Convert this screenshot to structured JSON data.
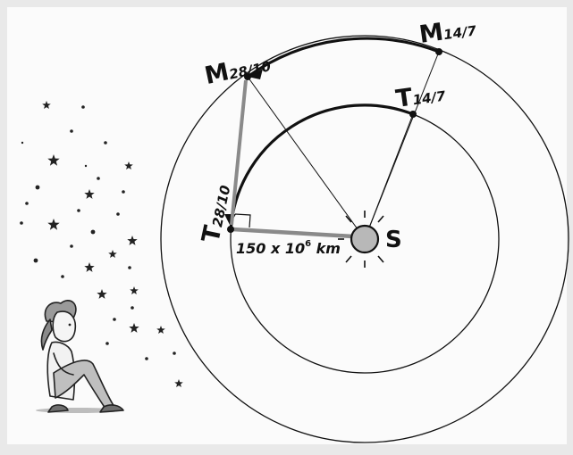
{
  "labels": {
    "mars_later": {
      "letter": "M",
      "date": "28/10"
    },
    "mars_earlier": {
      "letter": "M",
      "date": "14/7"
    },
    "earth_earlier": {
      "letter": "T",
      "date": "14/7"
    },
    "earth_later": {
      "letter": "T",
      "date": "28/10"
    },
    "sun": "S",
    "distance": {
      "prefix": "150 x 10",
      "exponent": "6",
      "unit": " km"
    }
  }
}
